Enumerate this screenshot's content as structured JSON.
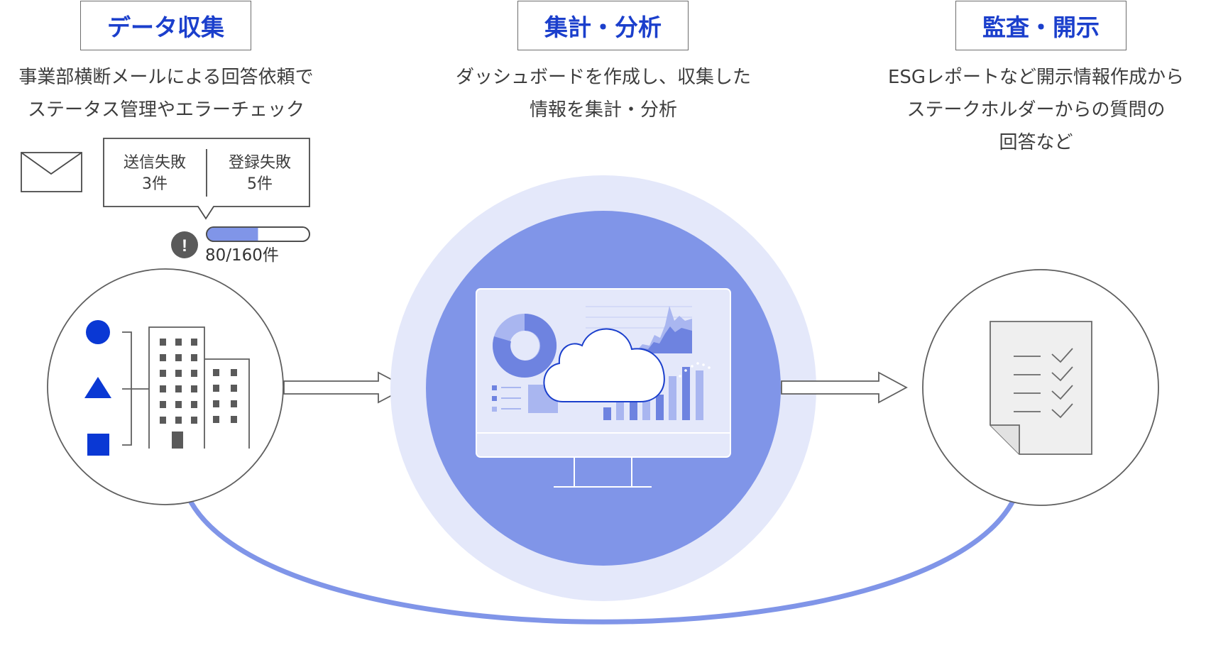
{
  "colors": {
    "title": "#1b3fcc",
    "accent": "#8095e8",
    "halo": "#e4e8fa",
    "shape_blue": "#0a38d4",
    "bar_fill": "#8095e8",
    "dark_gray": "#5a5a5a"
  },
  "stages": [
    {
      "title": "データ収集",
      "description": [
        "事業部横断メールによる回答依頼で",
        "ステータス管理やエラーチェック"
      ]
    },
    {
      "title": "集計・分析",
      "description": [
        "ダッシュボードを作成し、収集した",
        "情報を集計・分析"
      ]
    },
    {
      "title": "監査・開示",
      "description": [
        "ESGレポートなど開示情報作成から",
        "ステークホルダーからの質問の",
        "回答など"
      ]
    }
  ],
  "callout": {
    "send_fail_label": "送信失敗",
    "send_fail_count": "3件",
    "register_fail_label": "登録失敗",
    "register_fail_count": "5件"
  },
  "progress": {
    "label": "80/160件",
    "done": 80,
    "total": 160,
    "alert_symbol": "!"
  },
  "icons": [
    "mail-icon",
    "alert-icon",
    "circle-shape-icon",
    "triangle-shape-icon",
    "square-shape-icon",
    "building-icon",
    "monitor-icon",
    "cloud-icon",
    "donut-chart-icon",
    "bar-chart-icon",
    "area-chart-icon",
    "checklist-document-icon",
    "arrow-right-icon"
  ]
}
